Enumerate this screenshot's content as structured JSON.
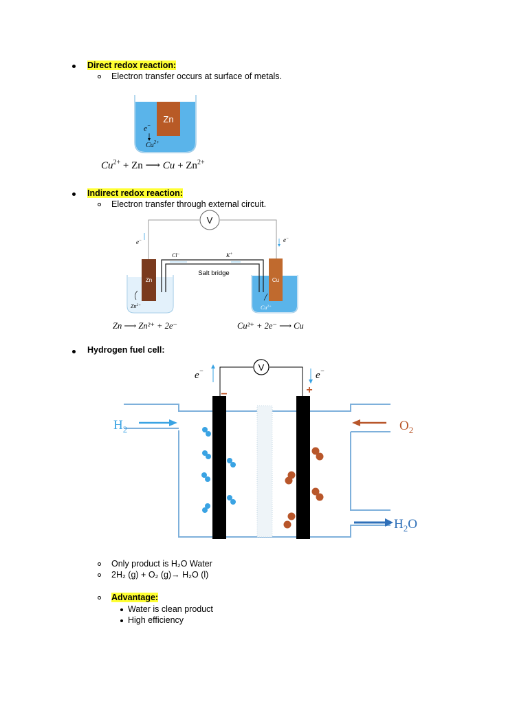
{
  "section_direct": {
    "heading": "Direct redox reaction:",
    "sub": "Electron transfer occurs at surface of metals.",
    "diagram": {
      "metal": "Zn",
      "electron": "e",
      "electron_sup": "−",
      "ion": "Cu",
      "ion_sup": "2+"
    },
    "equation": {
      "lhs1": "Cu",
      "lhs1_sup": "2+",
      "op1": " + Zn ⟶ ",
      "rhs1": "Cu",
      "op2": " + Zn",
      "rhs2_sup": "2+"
    }
  },
  "section_indirect": {
    "heading": "Indirect redox reaction:",
    "sub": "Electron transfer through external circuit.",
    "diagram": {
      "meter": "V",
      "e_left": "e",
      "e_right": "e",
      "e_sup": "−",
      "cl": "Cl",
      "k": "K",
      "cl_sup": "−",
      "k_sup": "+",
      "salt_bridge": "Salt bridge",
      "zn": "Zn",
      "cu": "Cu",
      "zn_ion": "Zn",
      "cu_ion": "Cu",
      "ion_sup": "2+"
    },
    "eq_left": "Zn ⟶ Zn²⁺ + 2e⁻",
    "eq_right": "Cu²⁺ + 2e⁻ ⟶ Cu"
  },
  "section_fuel": {
    "heading": "Hydrogen fuel cell:",
    "diagram": {
      "meter": "V",
      "e_left": "e",
      "e_right": "e",
      "e_sup": "−",
      "minus": "−",
      "plus": "+",
      "h2": "H",
      "h2_sub": "2",
      "o2": "O",
      "o2_sub": "2",
      "h2o_h": "H",
      "h2o_sub": "2",
      "h2o_o": "O"
    },
    "notes": [
      "Only product is H₂O Water",
      "2H₂ (g) + O₂ (g)→ H₂O (l)"
    ],
    "advantage_heading": "Advantage:",
    "advantages": [
      "Water is clean product",
      "High efficiency"
    ]
  },
  "colors": {
    "highlight": "#ffff33",
    "water": "#5ab4ea",
    "zinc": "#b85a26",
    "zinc_dark": "#7a3a1e",
    "copper": "#c06a2e",
    "hydrogen": "#3aa3e3",
    "oxygen": "#b8562a",
    "cell_outline": "#7eb0db",
    "arrow_h2o": "#2e6fb8"
  }
}
